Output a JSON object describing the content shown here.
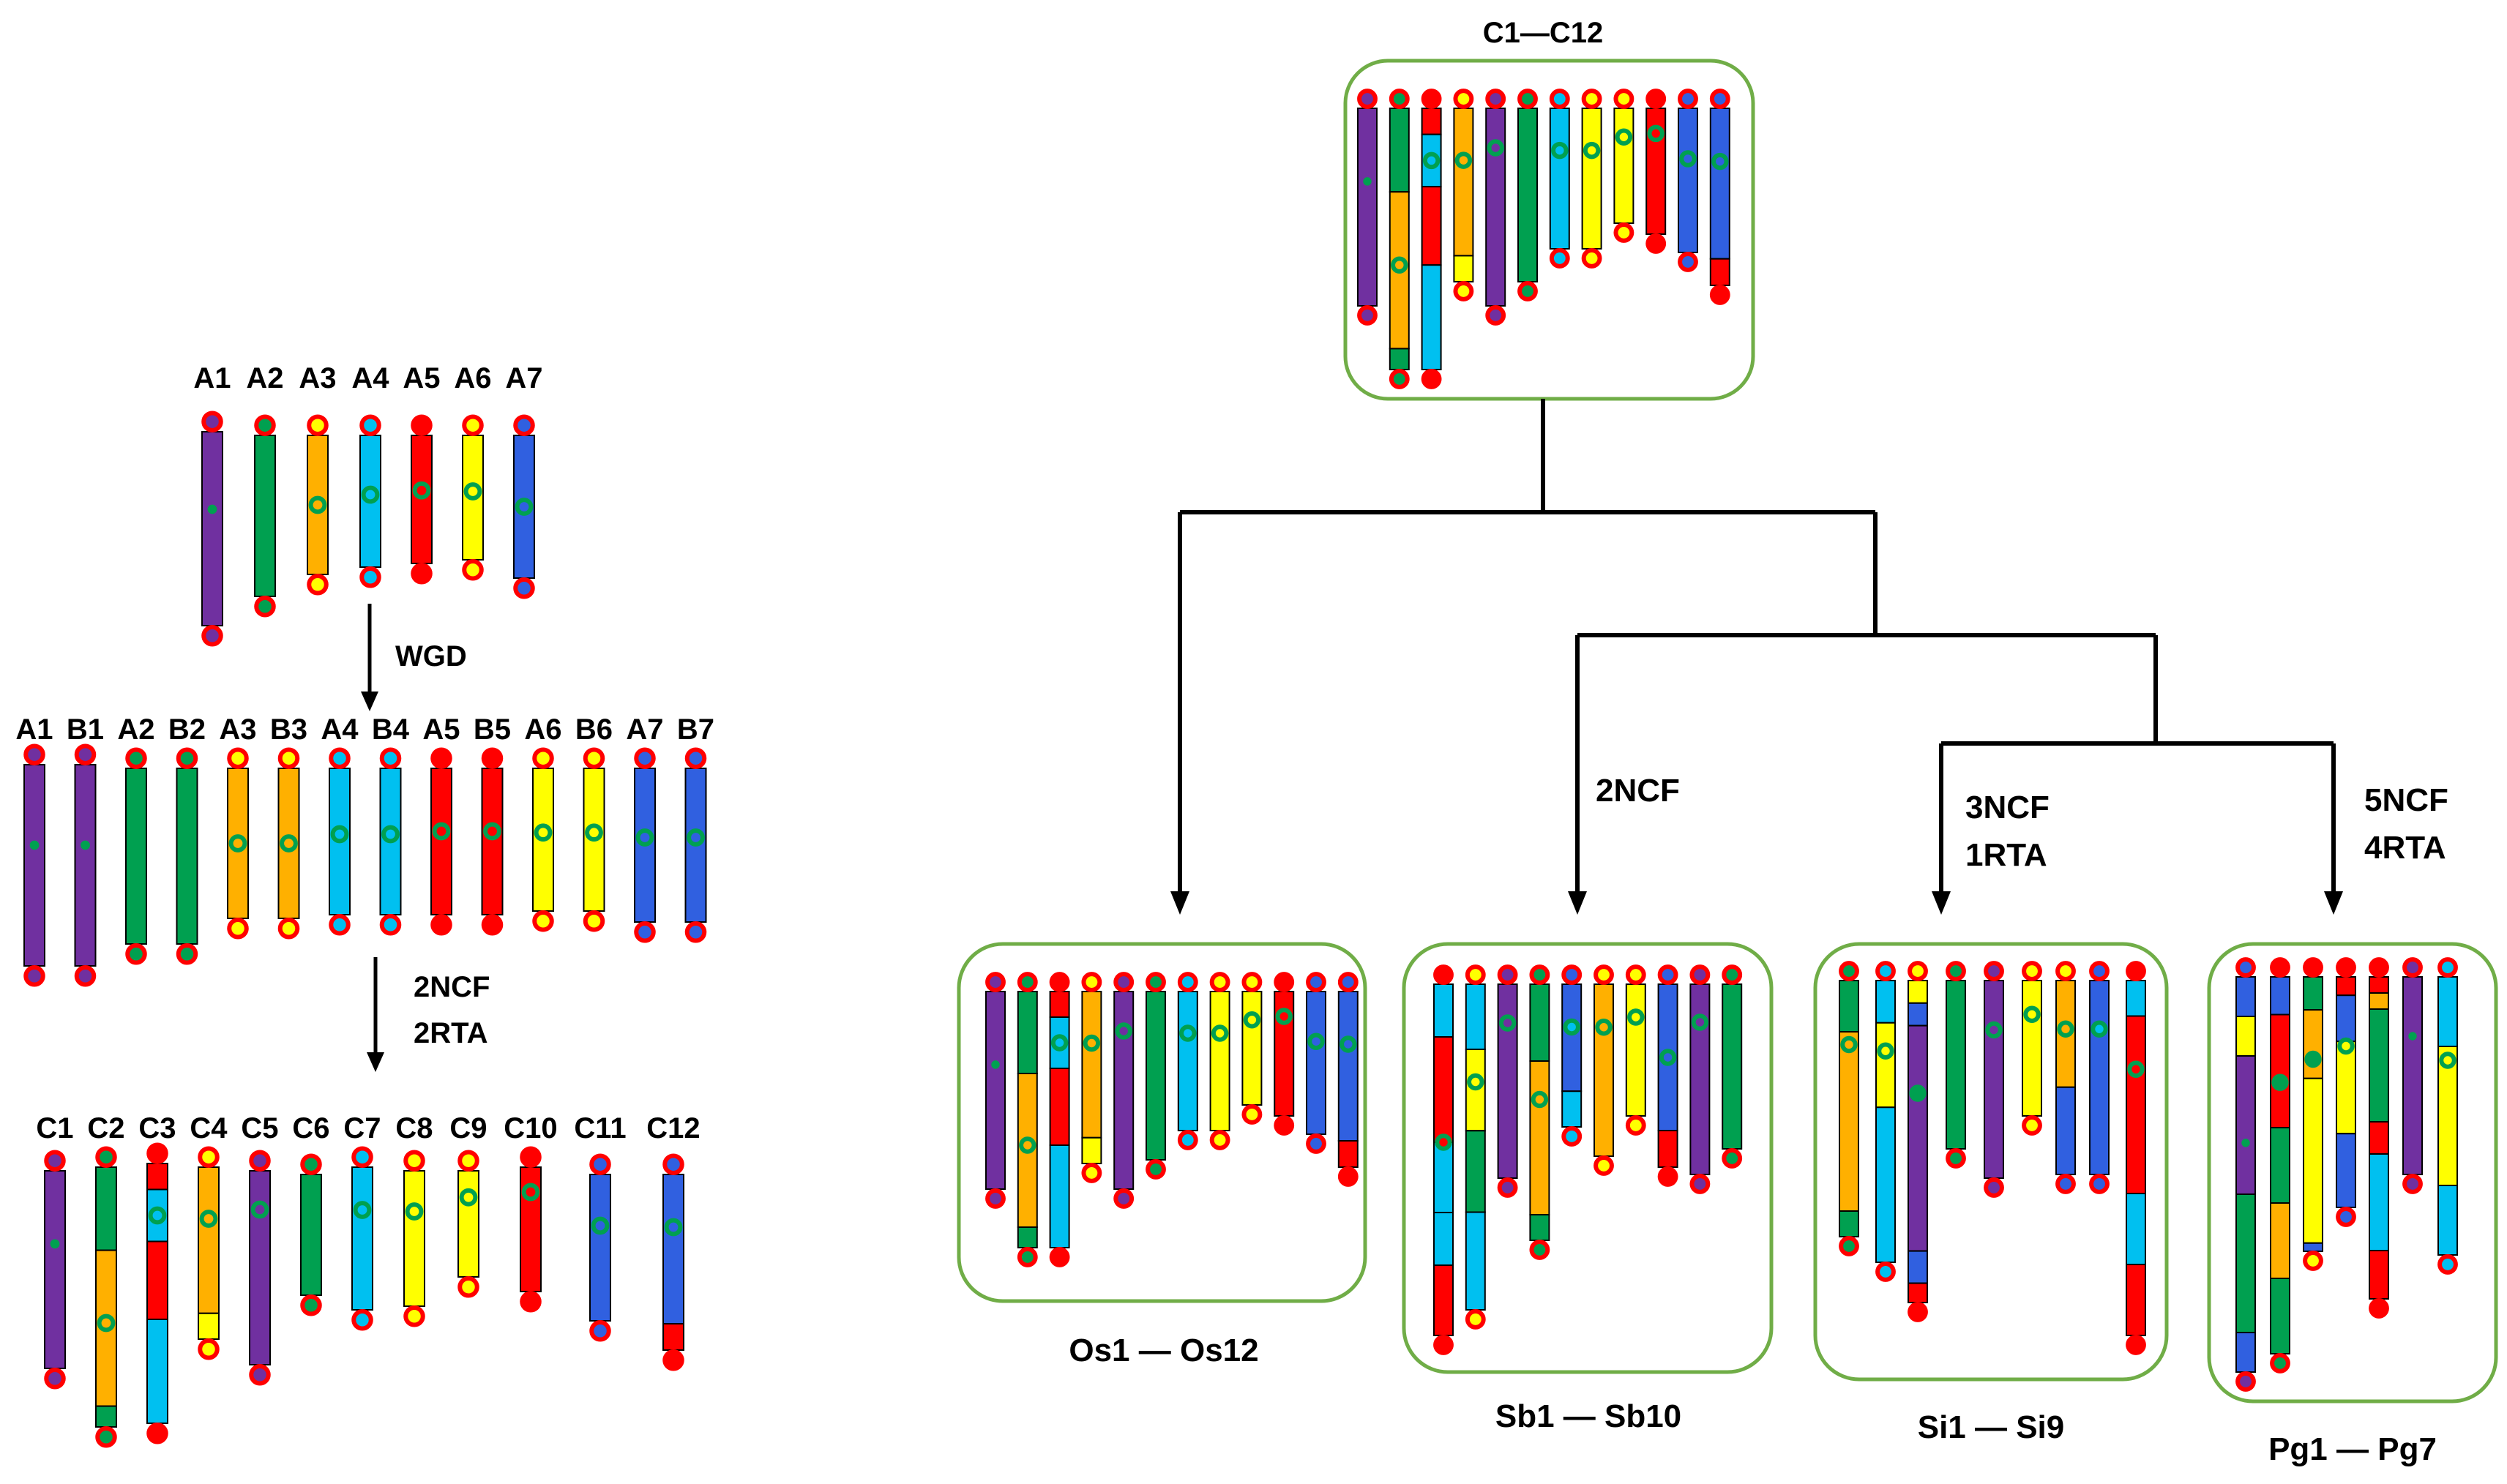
{
  "colors": {
    "purple": "#7030A0",
    "green": "#00A050",
    "orange": "#FFB000",
    "cyan": "#00C0F0",
    "red": "#FF0000",
    "yellow": "#FFFF00",
    "blue": "#3060E0",
    "box_border": "#70AD47",
    "line": "#000000"
  },
  "ancestral": {
    "labels": [
      "A1",
      "A2",
      "A3",
      "A4",
      "A5",
      "A6",
      "A7"
    ]
  },
  "step_wgd": "WGD",
  "duplicated": {
    "labels": [
      "A1",
      "B1",
      "A2",
      "B2",
      "A3",
      "B3",
      "A4",
      "B4",
      "A5",
      "B5",
      "A6",
      "B6",
      "A7",
      "B7"
    ]
  },
  "step_ncf": [
    "2NCF",
    "2RTA"
  ],
  "grass_ancestor": {
    "labels": [
      "C1",
      "C2",
      "C3",
      "C4",
      "C5",
      "C6",
      "C7",
      "C8",
      "C9",
      "C10",
      "C11",
      "C12"
    ]
  },
  "tree": {
    "root_label": "C1—C12",
    "branch_sb": "2NCF",
    "branch_si": [
      "3NCF",
      "1RTA"
    ],
    "branch_pg": [
      "5NCF",
      "4RTA"
    ]
  },
  "species": {
    "os": "Os1 — Os12",
    "sb": "Sb1 — Sb10",
    "si": "Si1 — Si9",
    "pg": "Pg1 — Pg7"
  }
}
